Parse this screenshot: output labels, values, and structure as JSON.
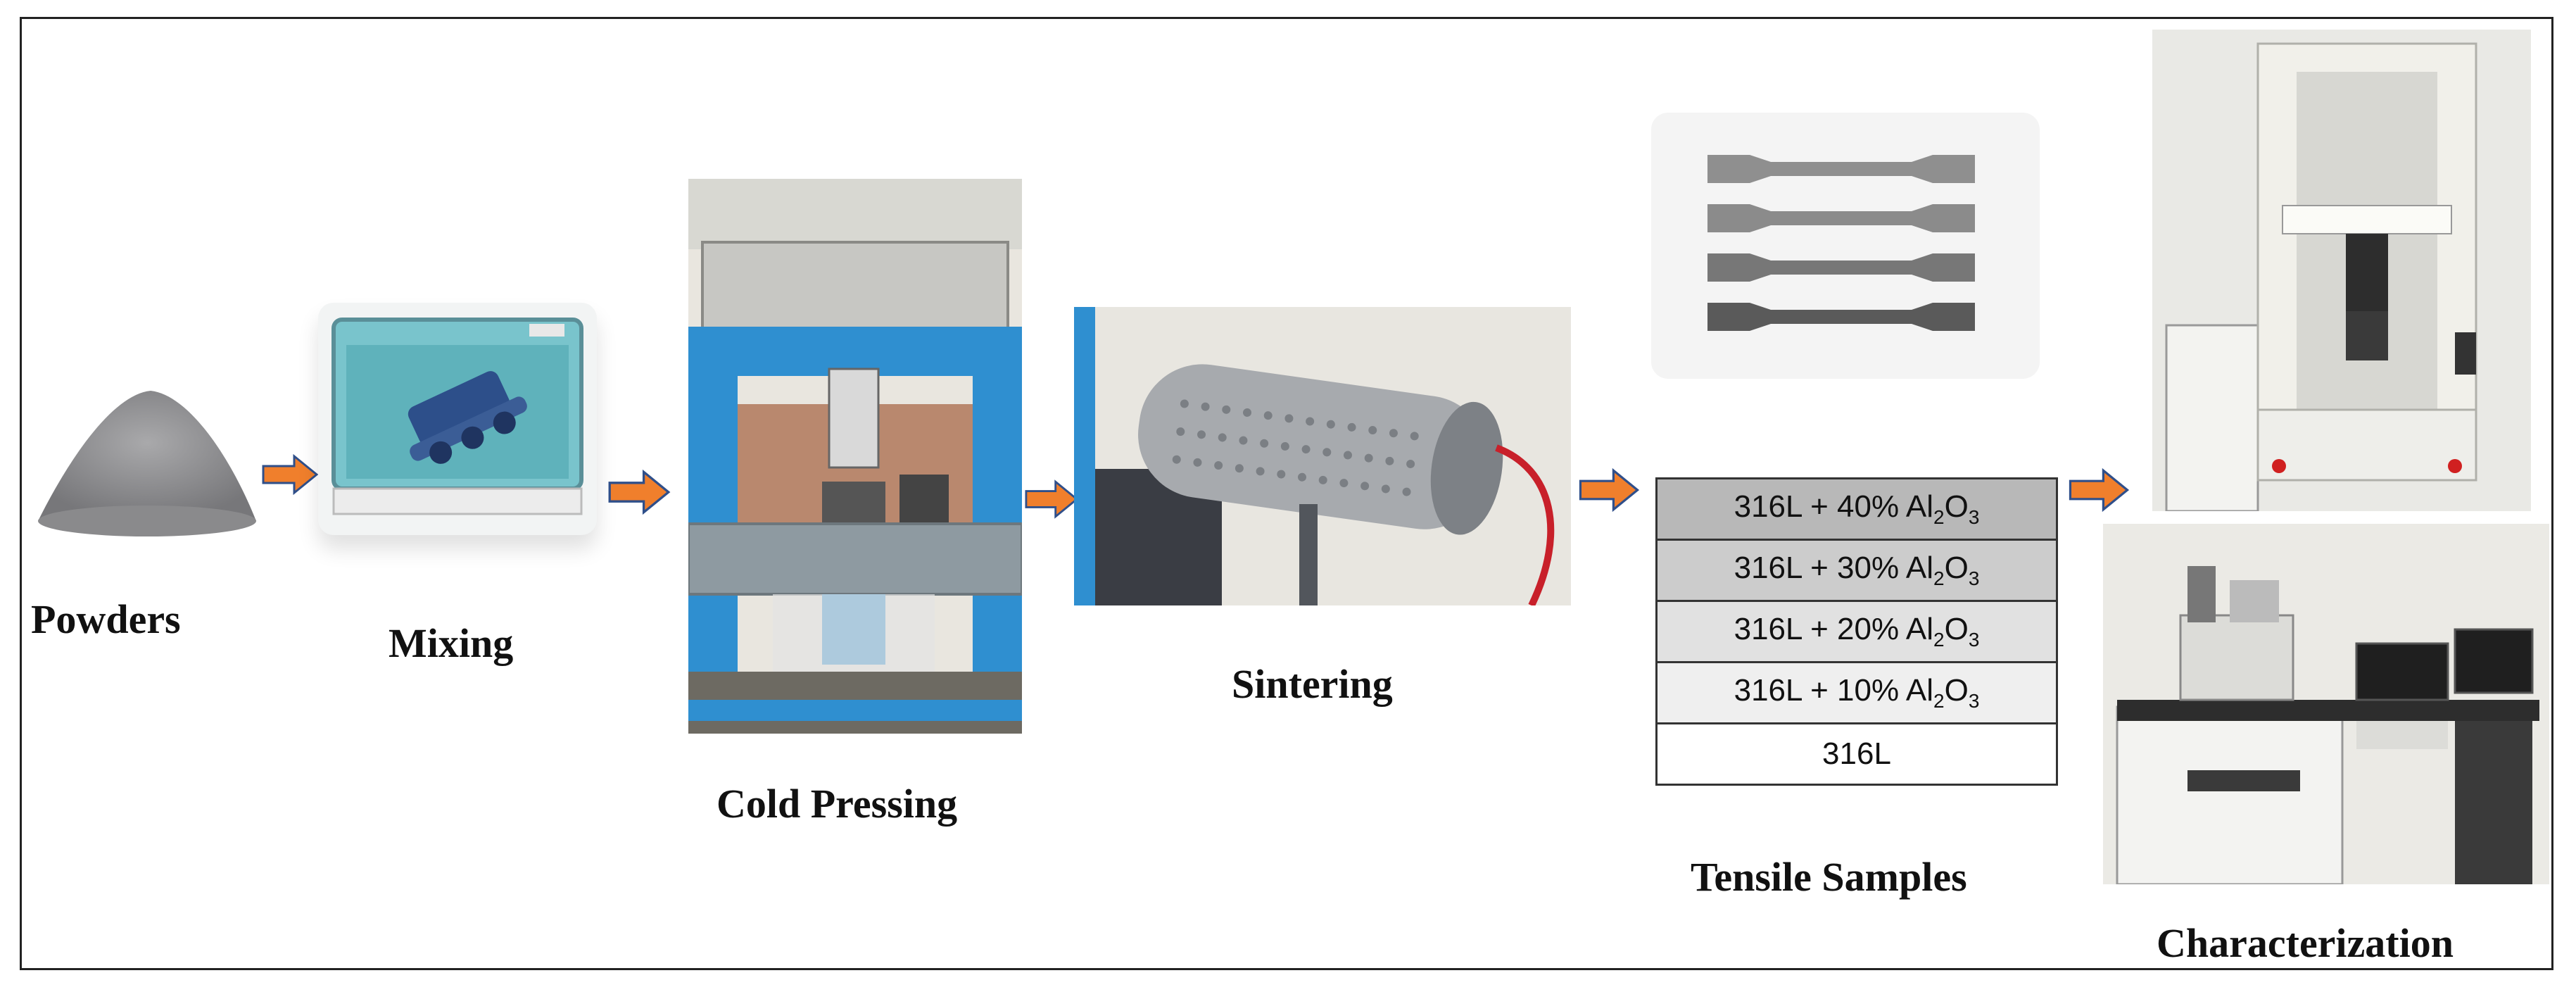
{
  "steps": {
    "powders": "Powders",
    "mixing": "Mixing",
    "cold_pressing": "Cold Pressing",
    "sintering": "Sintering",
    "tensile_samples": "Tensile Samples",
    "characterization": "Characterization"
  },
  "tensile_table": {
    "rows": [
      {
        "base": "316L + 40% Al",
        "sub1": "2",
        "mid": "O",
        "sub2": "3",
        "shade": "#b8b8b8"
      },
      {
        "base": "316L + 30% Al",
        "sub1": "2",
        "mid": "O",
        "sub2": "3",
        "shade": "#cccccc"
      },
      {
        "base": "316L + 20% Al",
        "sub1": "2",
        "mid": "O",
        "sub2": "3",
        "shade": "#e1e1e1"
      },
      {
        "base": "316L + 10% Al",
        "sub1": "2",
        "mid": "O",
        "sub2": "3",
        "shade": "#efefef"
      },
      {
        "base": "316L",
        "sub1": "",
        "mid": "",
        "sub2": "",
        "shade": "#ffffff"
      }
    ]
  },
  "colors": {
    "arrow": "#f07f2c",
    "arrow_edge": "#2f4f8a",
    "press_blue": "#2f8fd0",
    "frame": "#222222"
  },
  "icons": [
    "powder-pile-image",
    "mixer-image",
    "press-image",
    "furnace-image",
    "tensile-bars-image",
    "tensile-tester-image",
    "sem-microscope-image"
  ]
}
